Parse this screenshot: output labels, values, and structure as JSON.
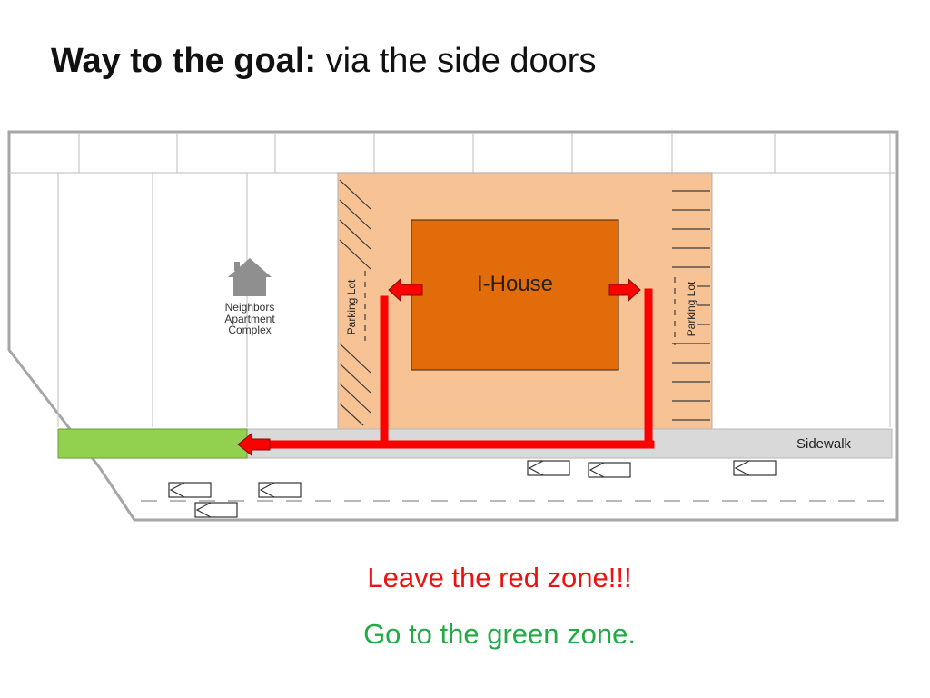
{
  "title": {
    "bold": "Way to the goal:",
    "rest": " via the side doors"
  },
  "map": {
    "building_label": "I-House",
    "parking_left_label": "Parking Lot",
    "parking_right_label": "Parking Lot",
    "neighbors_label_lines": [
      "Neighbors",
      "Apartment",
      "Complex"
    ],
    "sidewalk_label": "Sidewalk",
    "icons": [
      "house-icon",
      "car-icon",
      "arrow-icon"
    ],
    "colors": {
      "site": "#f7c294",
      "building": "#e26b0a",
      "route": "#ff0000",
      "green_zone": "#92d050",
      "sidewalk": "#d9d9d9",
      "border": "#9a9a9a"
    }
  },
  "captions": {
    "red": "Leave the red zone!!!",
    "green": "Go to the green zone."
  }
}
